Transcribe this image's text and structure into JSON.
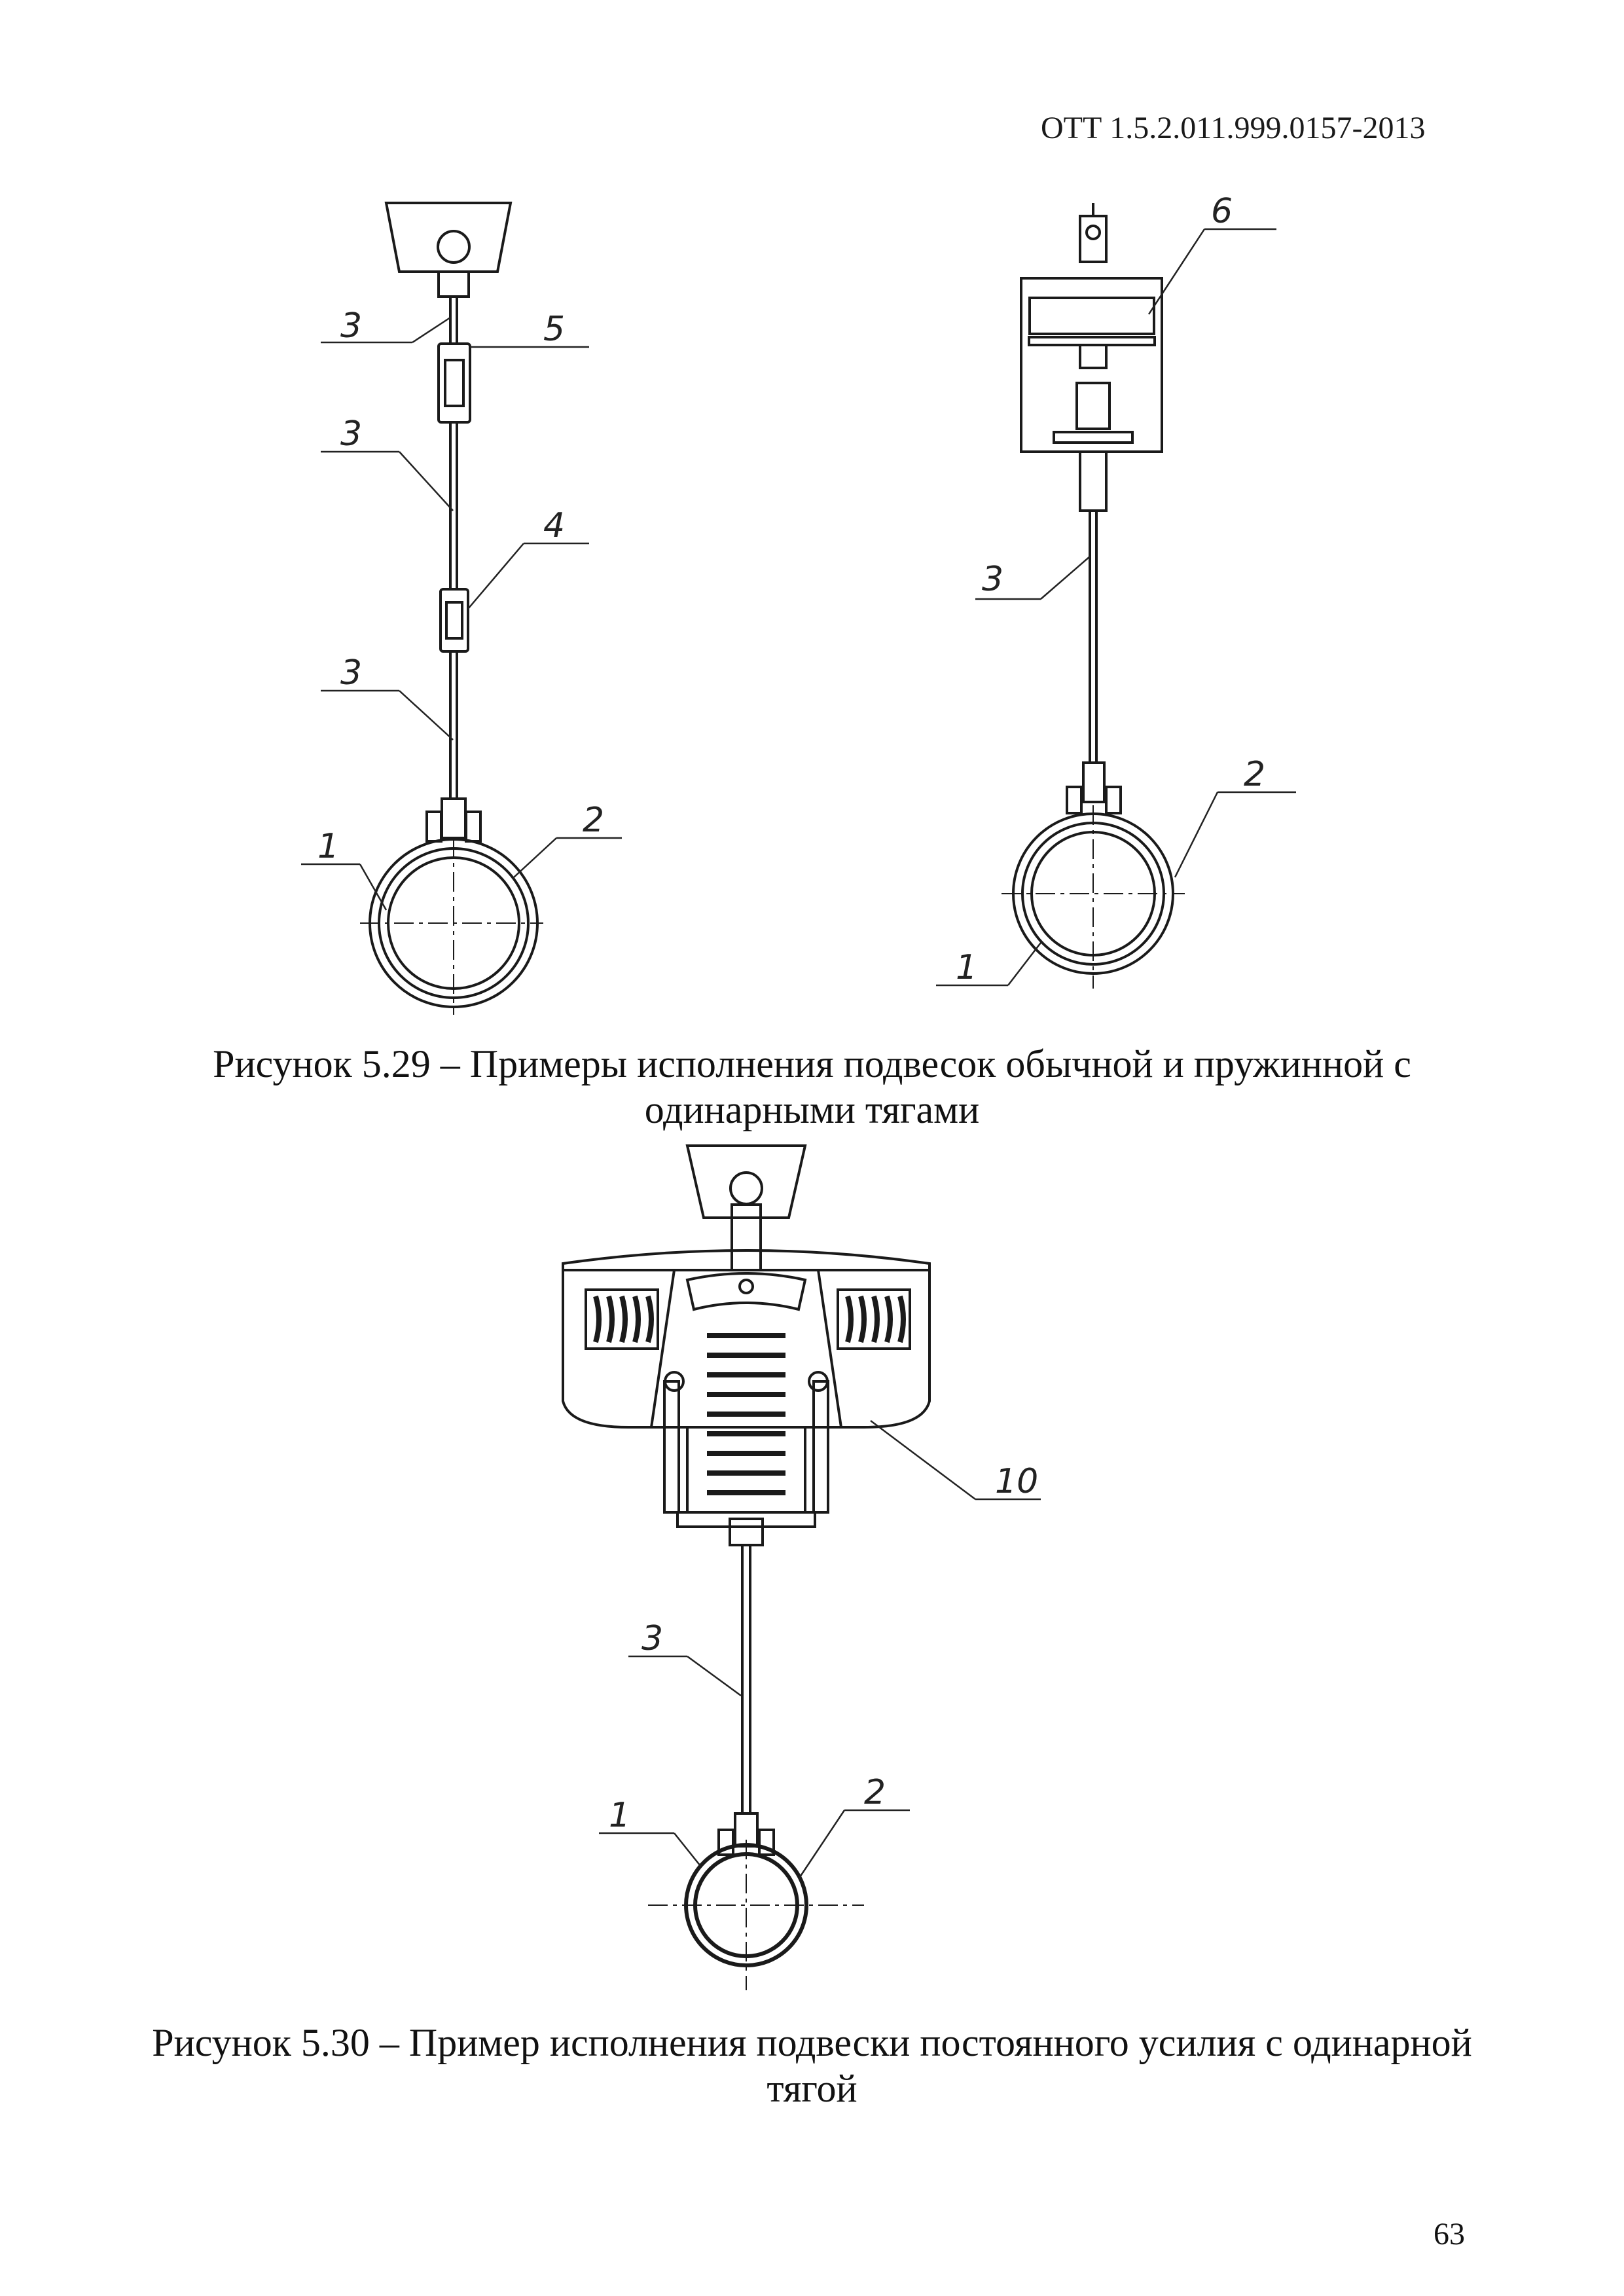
{
  "header": {
    "doc_code": "ОТТ 1.5.2.011.999.0157-2013"
  },
  "figure_529": {
    "caption_line1": "Рисунок 5.29 – Примеры исполнения подвесок обычной и пружинной с",
    "caption_line2": "одинарными тягами",
    "left_labels": {
      "rod_top": "3",
      "turnbuckle": "5",
      "rod_mid": "3",
      "coupling": "4",
      "rod_low": "3",
      "clamp": "2",
      "pipe": "1"
    },
    "right_labels": {
      "spring_block": "6",
      "rod": "3",
      "clamp": "2",
      "pipe": "1"
    }
  },
  "figure_530": {
    "caption_line1": "Рисунок 5.30 – Пример исполнения подвески постоянного усилия с одинарной",
    "caption_line2": "тягой",
    "labels": {
      "constant_block": "10",
      "rod": "3",
      "pipe": "1",
      "clamp": "2"
    }
  },
  "footer": {
    "page_number": "63"
  }
}
